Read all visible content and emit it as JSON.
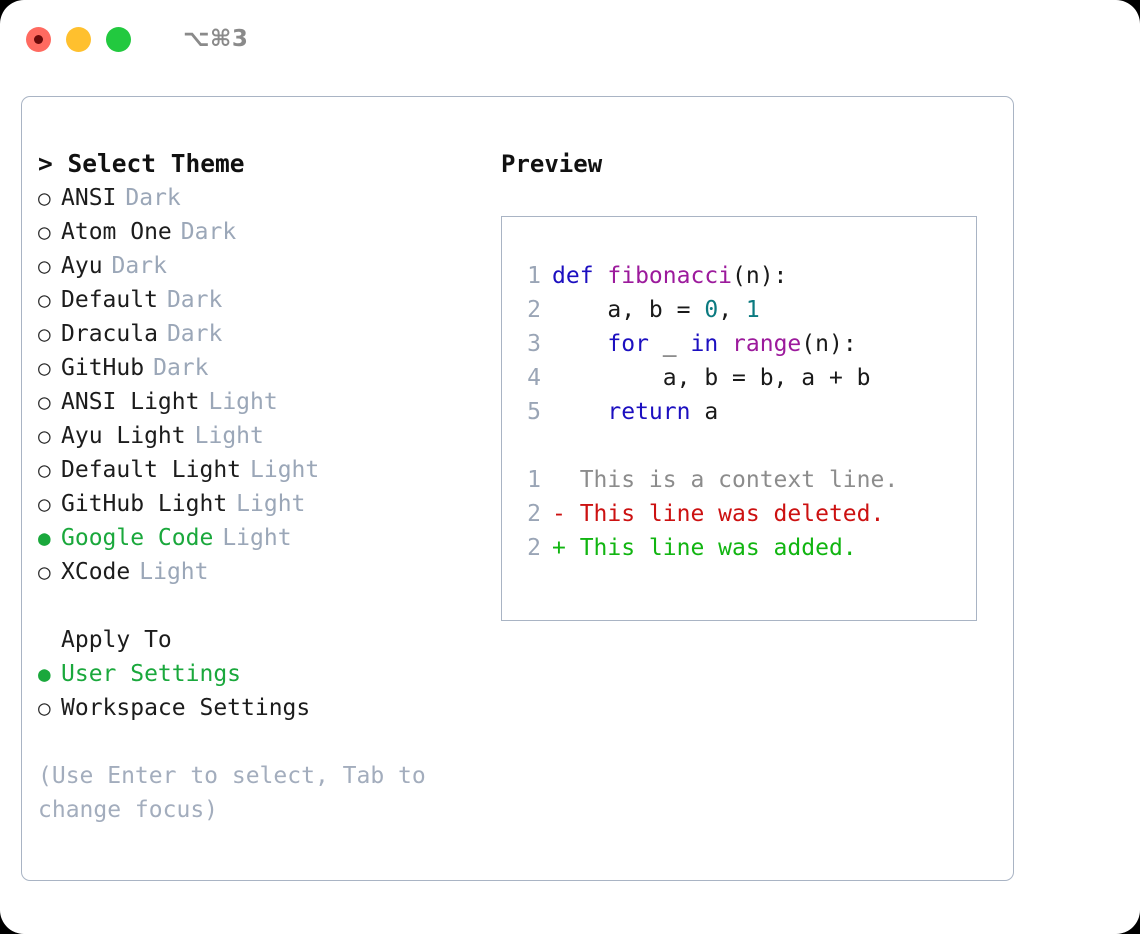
{
  "window": {
    "shortcut_hint": "⌥⌘3",
    "traffic_lights": [
      {
        "name": "close",
        "color": "#ff6a60"
      },
      {
        "name": "minimize",
        "color": "#ffc02e"
      },
      {
        "name": "maximize",
        "color": "#22c93f"
      }
    ]
  },
  "theme_panel": {
    "heading": "> Select Theme",
    "bullet_selected": "●",
    "bullet_unselected": "○",
    "accent_color": "#1aa83c",
    "items": [
      {
        "name": "ANSI",
        "tag": "Dark",
        "selected": false
      },
      {
        "name": "Atom One",
        "tag": "Dark",
        "selected": false
      },
      {
        "name": "Ayu",
        "tag": "Dark",
        "selected": false
      },
      {
        "name": "Default",
        "tag": "Dark",
        "selected": false
      },
      {
        "name": "Dracula",
        "tag": "Dark",
        "selected": false
      },
      {
        "name": "GitHub",
        "tag": "Dark",
        "selected": false
      },
      {
        "name": "ANSI Light",
        "tag": "Light",
        "selected": false
      },
      {
        "name": "Ayu Light",
        "tag": "Light",
        "selected": false
      },
      {
        "name": "Default Light",
        "tag": "Light",
        "selected": false
      },
      {
        "name": "GitHub Light",
        "tag": "Light",
        "selected": false
      },
      {
        "name": "Google Code",
        "tag": "Light",
        "selected": true
      },
      {
        "name": "XCode",
        "tag": "Light",
        "selected": false
      }
    ]
  },
  "apply_to": {
    "heading": "Apply To",
    "items": [
      {
        "name": "User Settings",
        "selected": true
      },
      {
        "name": "Workspace Settings",
        "selected": false
      }
    ]
  },
  "hint": "(Use Enter to select, Tab to change focus)",
  "preview": {
    "heading": "Preview",
    "code_lines": [
      {
        "lineno": "1",
        "tokens": [
          {
            "text": "def ",
            "kind": "kw"
          },
          {
            "text": "fibonacci",
            "kind": "fn"
          },
          {
            "text": "(n):",
            "kind": "plain"
          }
        ]
      },
      {
        "lineno": "2",
        "tokens": [
          {
            "text": "    a, b = ",
            "kind": "plain"
          },
          {
            "text": "0",
            "kind": "num"
          },
          {
            "text": ", ",
            "kind": "plain"
          },
          {
            "text": "1",
            "kind": "num"
          }
        ]
      },
      {
        "lineno": "3",
        "tokens": [
          {
            "text": "    ",
            "kind": "plain"
          },
          {
            "text": "for",
            "kind": "kw"
          },
          {
            "text": " _ ",
            "kind": "plain"
          },
          {
            "text": "in",
            "kind": "kw"
          },
          {
            "text": " ",
            "kind": "plain"
          },
          {
            "text": "range",
            "kind": "fn"
          },
          {
            "text": "(n):",
            "kind": "plain"
          }
        ]
      },
      {
        "lineno": "4",
        "tokens": [
          {
            "text": "        a, b = b, a + b",
            "kind": "plain"
          }
        ]
      },
      {
        "lineno": "5",
        "tokens": [
          {
            "text": "    ",
            "kind": "plain"
          },
          {
            "text": "return",
            "kind": "kw"
          },
          {
            "text": " a",
            "kind": "plain"
          }
        ]
      }
    ],
    "diff_lines": [
      {
        "lineno": "1",
        "marker": "  ",
        "text": "This is a context line.",
        "kind": "ctx"
      },
      {
        "lineno": "2",
        "marker": "- ",
        "text": "This line was deleted.",
        "kind": "del"
      },
      {
        "lineno": "2",
        "marker": "+ ",
        "text": "This line was added.",
        "kind": "add"
      }
    ],
    "colors": {
      "keyword": "#1c0fc0",
      "function": "#9c1a9c",
      "number": "#0b7a80",
      "plain": "#1a1a1a",
      "lineno": "#9aa5b6",
      "diff_context": "#8c8c8c",
      "diff_delete": "#cc1111",
      "diff_add": "#11b511"
    }
  }
}
